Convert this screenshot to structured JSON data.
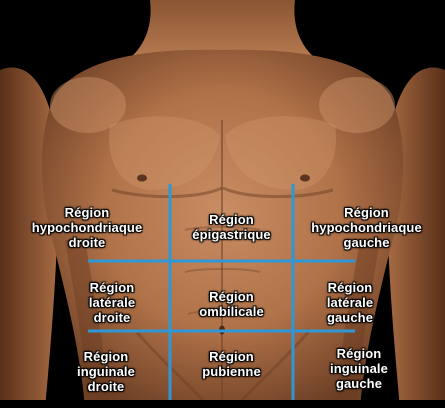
{
  "colors": {
    "background": "#000000",
    "skin_base": "#b97a52",
    "grid_lines": "#2f97d6",
    "label_text": "#ffffff"
  },
  "regions": {
    "top_left": {
      "lines": [
        "Région",
        "hypochondriaque",
        "droite"
      ]
    },
    "top_center": {
      "lines": [
        "Région",
        "épigastrique"
      ]
    },
    "top_right": {
      "lines": [
        "Région",
        "hypochondriaque",
        "gauche"
      ]
    },
    "middle_left": {
      "lines": [
        "Région",
        "latérale",
        "droite"
      ]
    },
    "middle_center": {
      "lines": [
        "Région",
        "ombilicale"
      ]
    },
    "middle_right": {
      "lines": [
        "Région",
        "latérale",
        "gauche"
      ]
    },
    "bottom_left": {
      "lines": [
        "Région",
        "inguinale",
        "droite"
      ]
    },
    "bottom_center": {
      "lines": [
        "Région",
        "pubienne"
      ]
    },
    "bottom_right": {
      "lines": [
        "Région",
        "inguinale",
        "gauche"
      ]
    }
  }
}
